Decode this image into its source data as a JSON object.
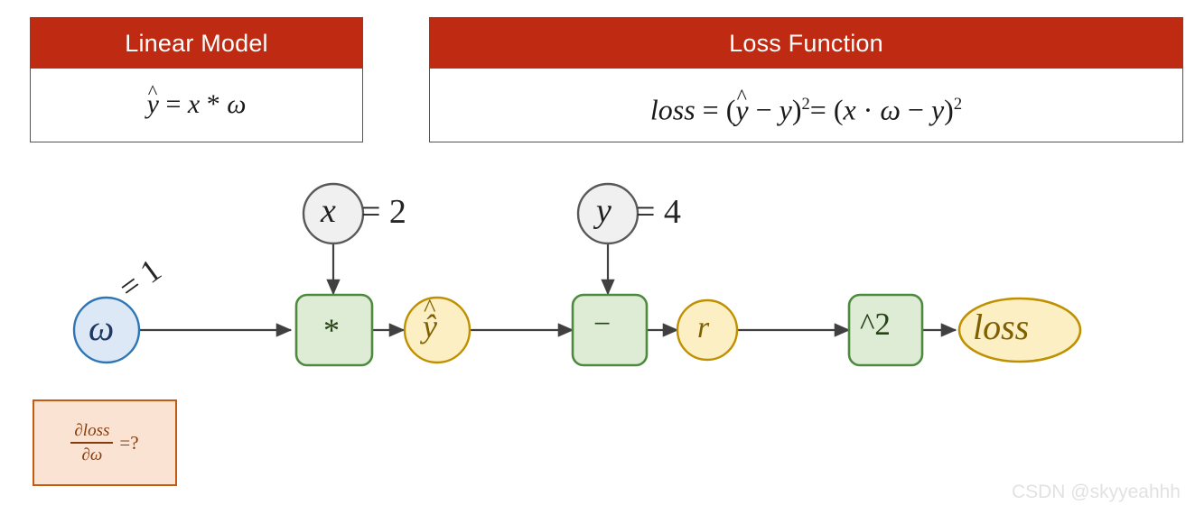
{
  "slide": {
    "watermark": "CSDN @skyyeahhh"
  },
  "panels": [
    {
      "id": "linear-model",
      "title": "Linear Model",
      "formula_plain": "ŷ = x * ω",
      "parts": {
        "yhat": "y",
        "eq": "=",
        "x": "x",
        "op": "*",
        "omega": "ω"
      }
    },
    {
      "id": "loss-function",
      "title": "Loss Function",
      "formula_plain": "loss = (ŷ − y)² = (x · ω − y)²",
      "parts": {
        "loss": "loss",
        "eq1": "=",
        "lparen1": "(",
        "yhat": "y",
        "minus1": "−",
        "y1": "y",
        "rparen1": ")",
        "pow1": "2",
        "eq2": "=",
        "lparen2": "(",
        "x": "x",
        "dot": "·",
        "omega": "ω",
        "minus2": "−",
        "y2": "y",
        "rparen2": ")",
        "pow2": "2"
      }
    }
  ],
  "graph": {
    "nodes": [
      {
        "id": "omega",
        "label": "ω",
        "value_label": "= 1",
        "shape": "circle",
        "kind": "parameter"
      },
      {
        "id": "x",
        "label": "x",
        "value_label": "= 2",
        "shape": "circle",
        "kind": "input"
      },
      {
        "id": "y",
        "label": "y",
        "value_label": "= 4",
        "shape": "circle",
        "kind": "input"
      },
      {
        "id": "mul",
        "label": "*",
        "shape": "rounded-rect",
        "kind": "operation"
      },
      {
        "id": "yhat",
        "label": "ŷ",
        "shape": "circle",
        "kind": "intermediate"
      },
      {
        "id": "sub",
        "label": "−",
        "shape": "rounded-rect",
        "kind": "operation"
      },
      {
        "id": "r",
        "label": "r",
        "shape": "circle",
        "kind": "intermediate"
      },
      {
        "id": "square",
        "label": "^2",
        "shape": "rounded-rect",
        "kind": "operation"
      },
      {
        "id": "loss",
        "label": "loss",
        "shape": "ellipse",
        "kind": "output"
      }
    ],
    "edges": [
      {
        "from": "omega",
        "to": "mul"
      },
      {
        "from": "x",
        "to": "mul"
      },
      {
        "from": "mul",
        "to": "yhat"
      },
      {
        "from": "yhat",
        "to": "sub"
      },
      {
        "from": "y",
        "to": "sub"
      },
      {
        "from": "sub",
        "to": "r"
      },
      {
        "from": "r",
        "to": "square"
      },
      {
        "from": "square",
        "to": "loss"
      }
    ]
  },
  "derivative_box": {
    "numerator": "∂loss",
    "denominator": "∂ω",
    "equals_question": "=?"
  },
  "colors": {
    "header_red": "#BE2B12",
    "panel_border": "#C02A12",
    "param_fill": "#DCE8F5",
    "param_stroke": "#2E75B6",
    "input_fill": "#F0F0F0",
    "input_stroke": "#595959",
    "op_fill": "#DEEBD5",
    "op_stroke": "#4E8A3E",
    "value_fill": "#FCEFC4",
    "value_stroke": "#BF9000",
    "arrow": "#404040",
    "deriv_fill": "#FBE3D4",
    "deriv_border": "#C55A11",
    "deriv_text": "#843C0C",
    "watermark": "#E2E2E2"
  }
}
